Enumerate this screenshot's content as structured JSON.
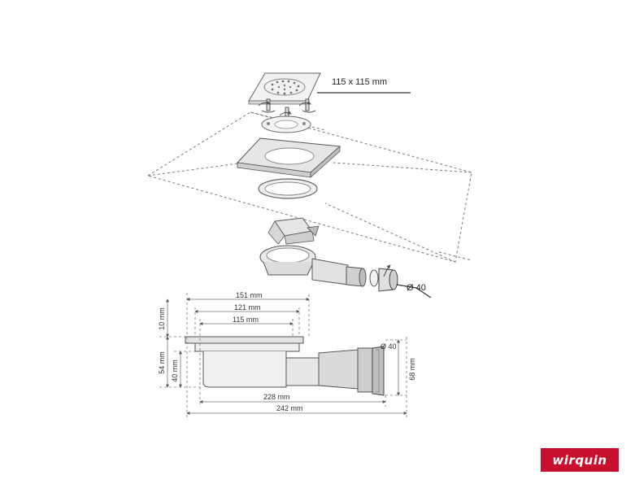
{
  "callouts": {
    "grate_size": "115 x 115 mm",
    "outlet_diameter": "Ø 40"
  },
  "dimensions": {
    "d151": "151 mm",
    "d121": "121 mm",
    "d115": "115 mm",
    "d10": "10 mm",
    "d54": "54 mm",
    "d40": "40 mm",
    "outlet_side": "Ø 40",
    "d68": "68 mm",
    "d228": "228 mm",
    "d242": "242 mm"
  },
  "brand": {
    "name": "wirquin",
    "color": "#c8102e"
  },
  "colors": {
    "line": "#555555",
    "part_fill": "#ececec",
    "part_stroke": "#666666"
  }
}
